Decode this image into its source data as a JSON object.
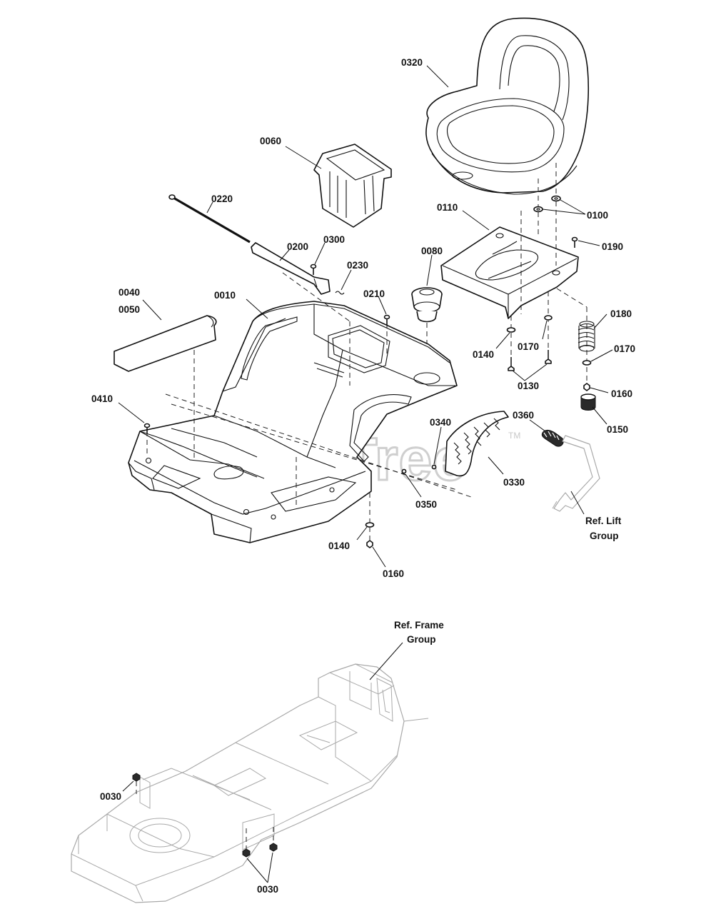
{
  "diagram": {
    "watermark": "PartsTree",
    "watermark_tm": "TM",
    "labels": {
      "p0320": "0320",
      "p0060": "0060",
      "p0220": "0220",
      "p0110": "0110",
      "p0100": "0100",
      "p0190": "0190",
      "p0300": "0300",
      "p0200": "0200",
      "p0080": "0080",
      "p0230": "0230",
      "p0040": "0040",
      "p0050": "0050",
      "p0010": "0010",
      "p0210": "0210",
      "p0180": "0180",
      "p0140a": "0140",
      "p0170a": "0170",
      "p0170b": "0170",
      "p0130": "0130",
      "p0160a": "0160",
      "p0410": "0410",
      "p0360": "0360",
      "p0340": "0340",
      "p0150": "0150",
      "p0330": "0330",
      "p0350": "0350",
      "ref_lift_1": "Ref. Lift",
      "ref_lift_2": "Group",
      "p0140b": "0140",
      "p0160b": "0160",
      "ref_frame_1": "Ref. Frame",
      "ref_frame_2": "Group",
      "p0030a": "0030",
      "p0030b": "0030"
    }
  }
}
